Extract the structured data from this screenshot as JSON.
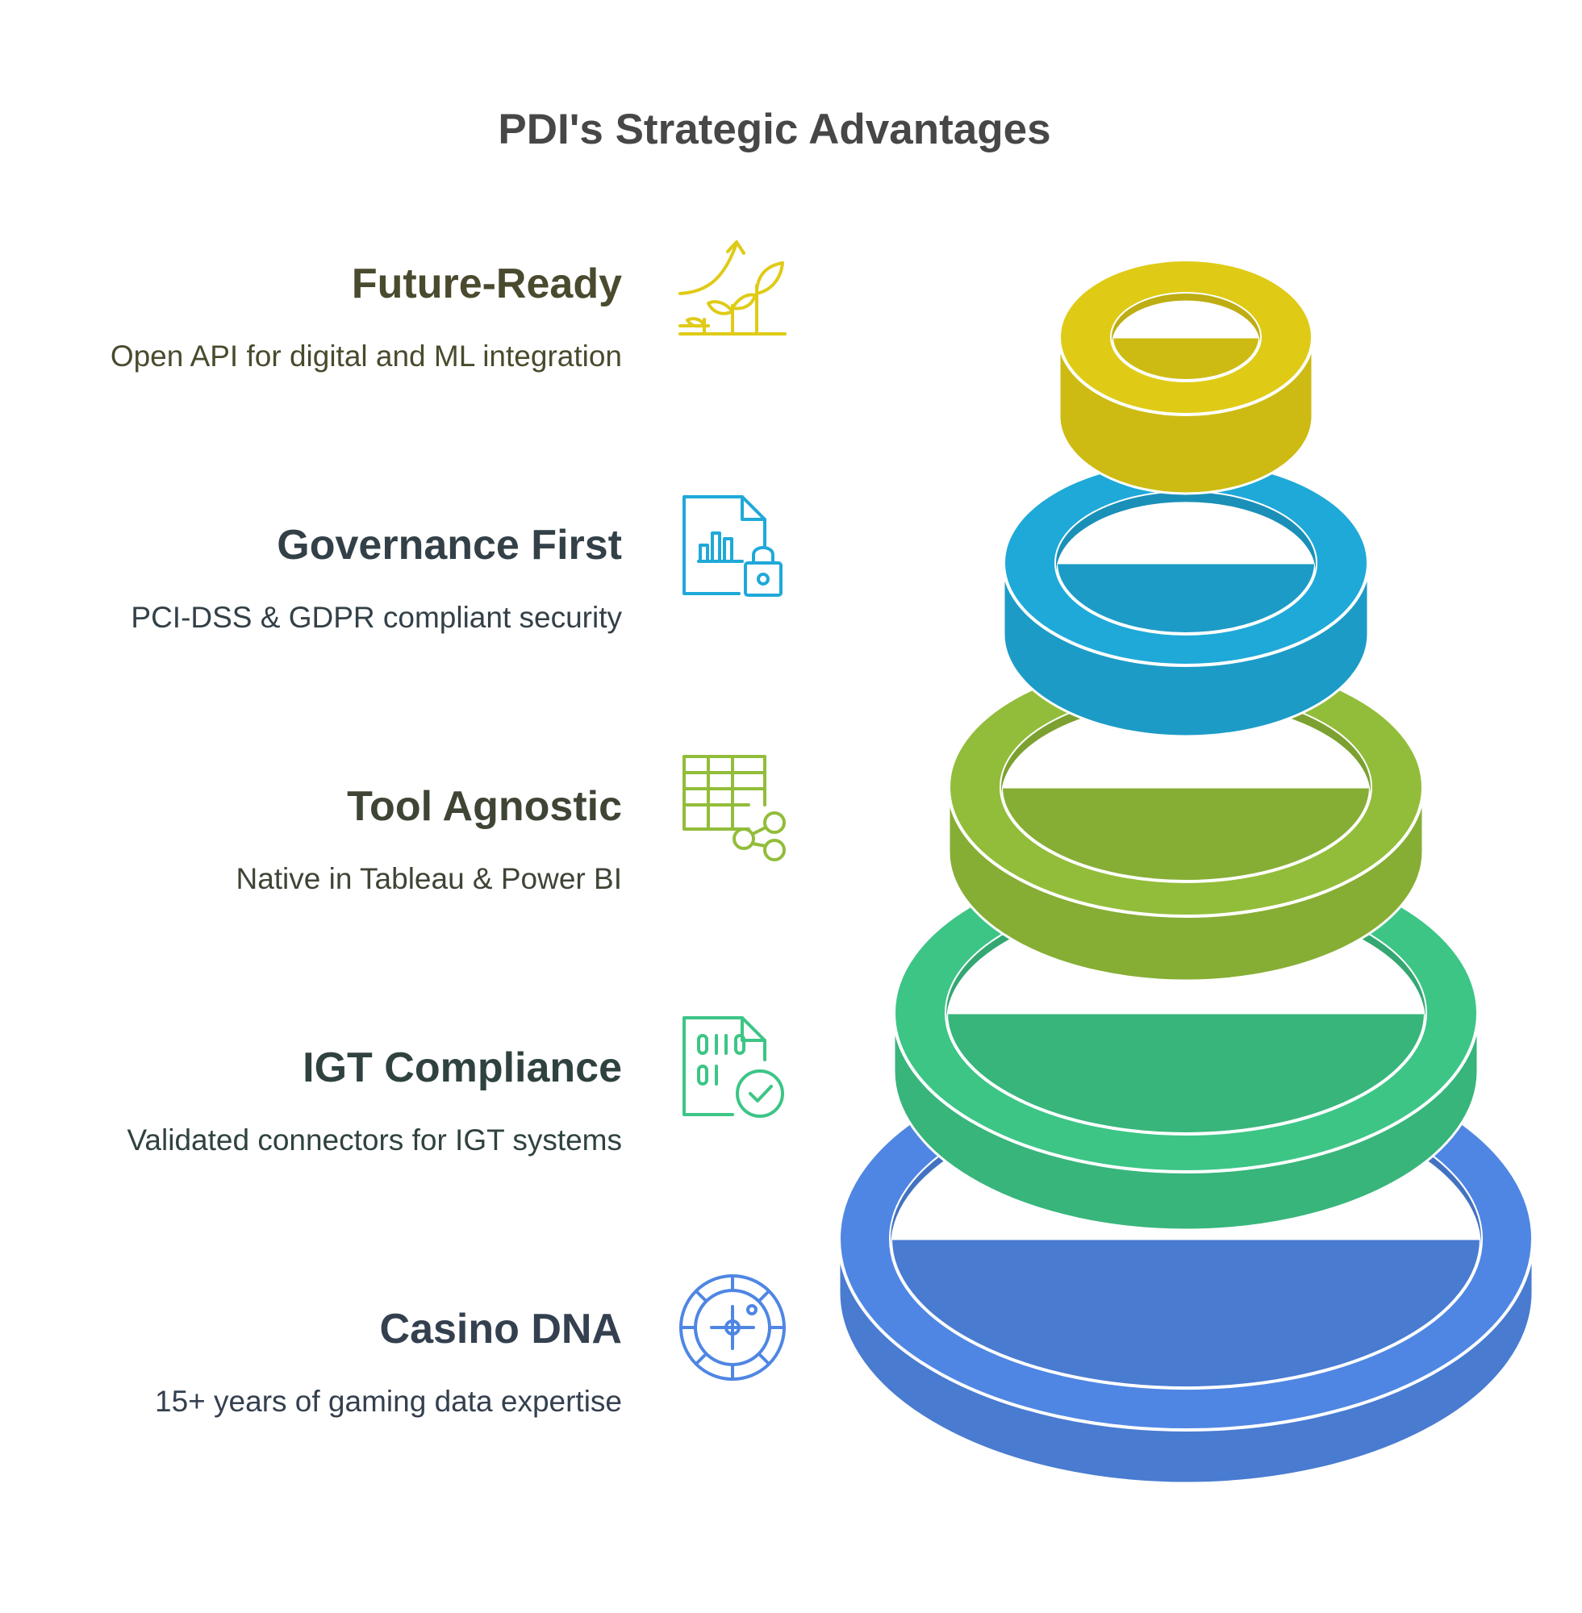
{
  "title": "PDI's Strategic Advantages",
  "layers": [
    {
      "heading": "Future-Ready",
      "description": "Open API for digital and ML integration",
      "color": "#DFCB16",
      "text_color": "#4A4A2E",
      "icon": "growth-plant-icon"
    },
    {
      "heading": "Governance First",
      "description": "PCI-DSS & GDPR compliant security",
      "color": "#1FA9D8",
      "text_color": "#334047",
      "icon": "secure-document-icon"
    },
    {
      "heading": "Tool Agnostic",
      "description": "Native in Tableau & Power BI",
      "color": "#92BD3A",
      "text_color": "#3E4535",
      "icon": "table-share-icon"
    },
    {
      "heading": "IGT Compliance",
      "description": "Validated connectors for IGT systems",
      "color": "#3DC586",
      "text_color": "#2F4240",
      "icon": "binary-check-document-icon"
    },
    {
      "heading": "Casino DNA",
      "description": "15+ years of gaming data expertise",
      "color": "#4F86E3",
      "text_color": "#34404F",
      "icon": "roulette-wheel-icon"
    }
  ]
}
